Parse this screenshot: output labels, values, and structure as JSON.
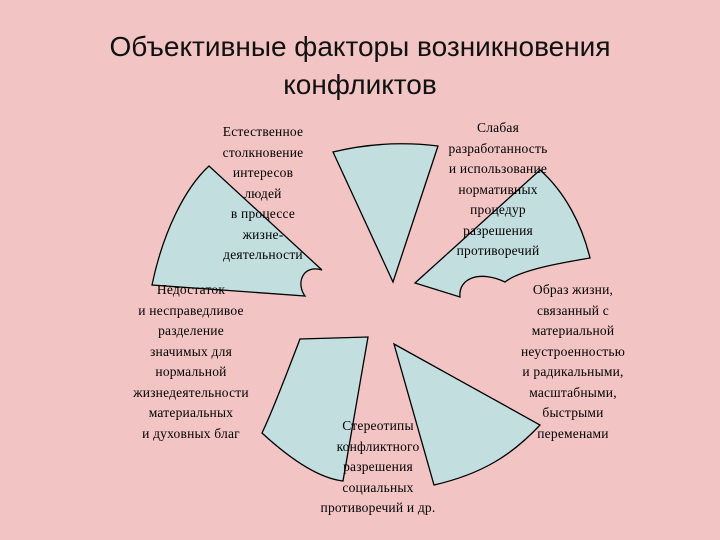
{
  "title": {
    "line1": "Объективные факторы возникновения",
    "line2": "конфликтов"
  },
  "colors": {
    "background": "#f2c4c4",
    "segment_fill": "#c3dedf",
    "segment_stroke": "#000000"
  },
  "factors": [
    {
      "lines": [
        "Естественное",
        "столкновение",
        "интересов",
        "людей",
        "в процессе",
        "жизне-",
        "деятельности"
      ]
    },
    {
      "lines": [
        "Слабая",
        "разработанность",
        "и использование",
        "нормативных",
        "процедур",
        "разрешения",
        "противоречий"
      ]
    },
    {
      "lines": [
        "Образ жизни,",
        "связанный с",
        "материальной",
        "неустроенностью",
        "и радикальными,",
        "масштабными,",
        "быстрыми",
        "переменами"
      ]
    },
    {
      "lines": [
        "Стереотипы",
        "конфликтного",
        "разрешения",
        "социальных",
        "противоречий и др."
      ]
    },
    {
      "lines": [
        "Недостаток",
        "и несправедливое",
        "разделение",
        "значимых для",
        "нормальной",
        "жизнедеятельности",
        "материальных",
        "и духовных благ"
      ]
    }
  ]
}
